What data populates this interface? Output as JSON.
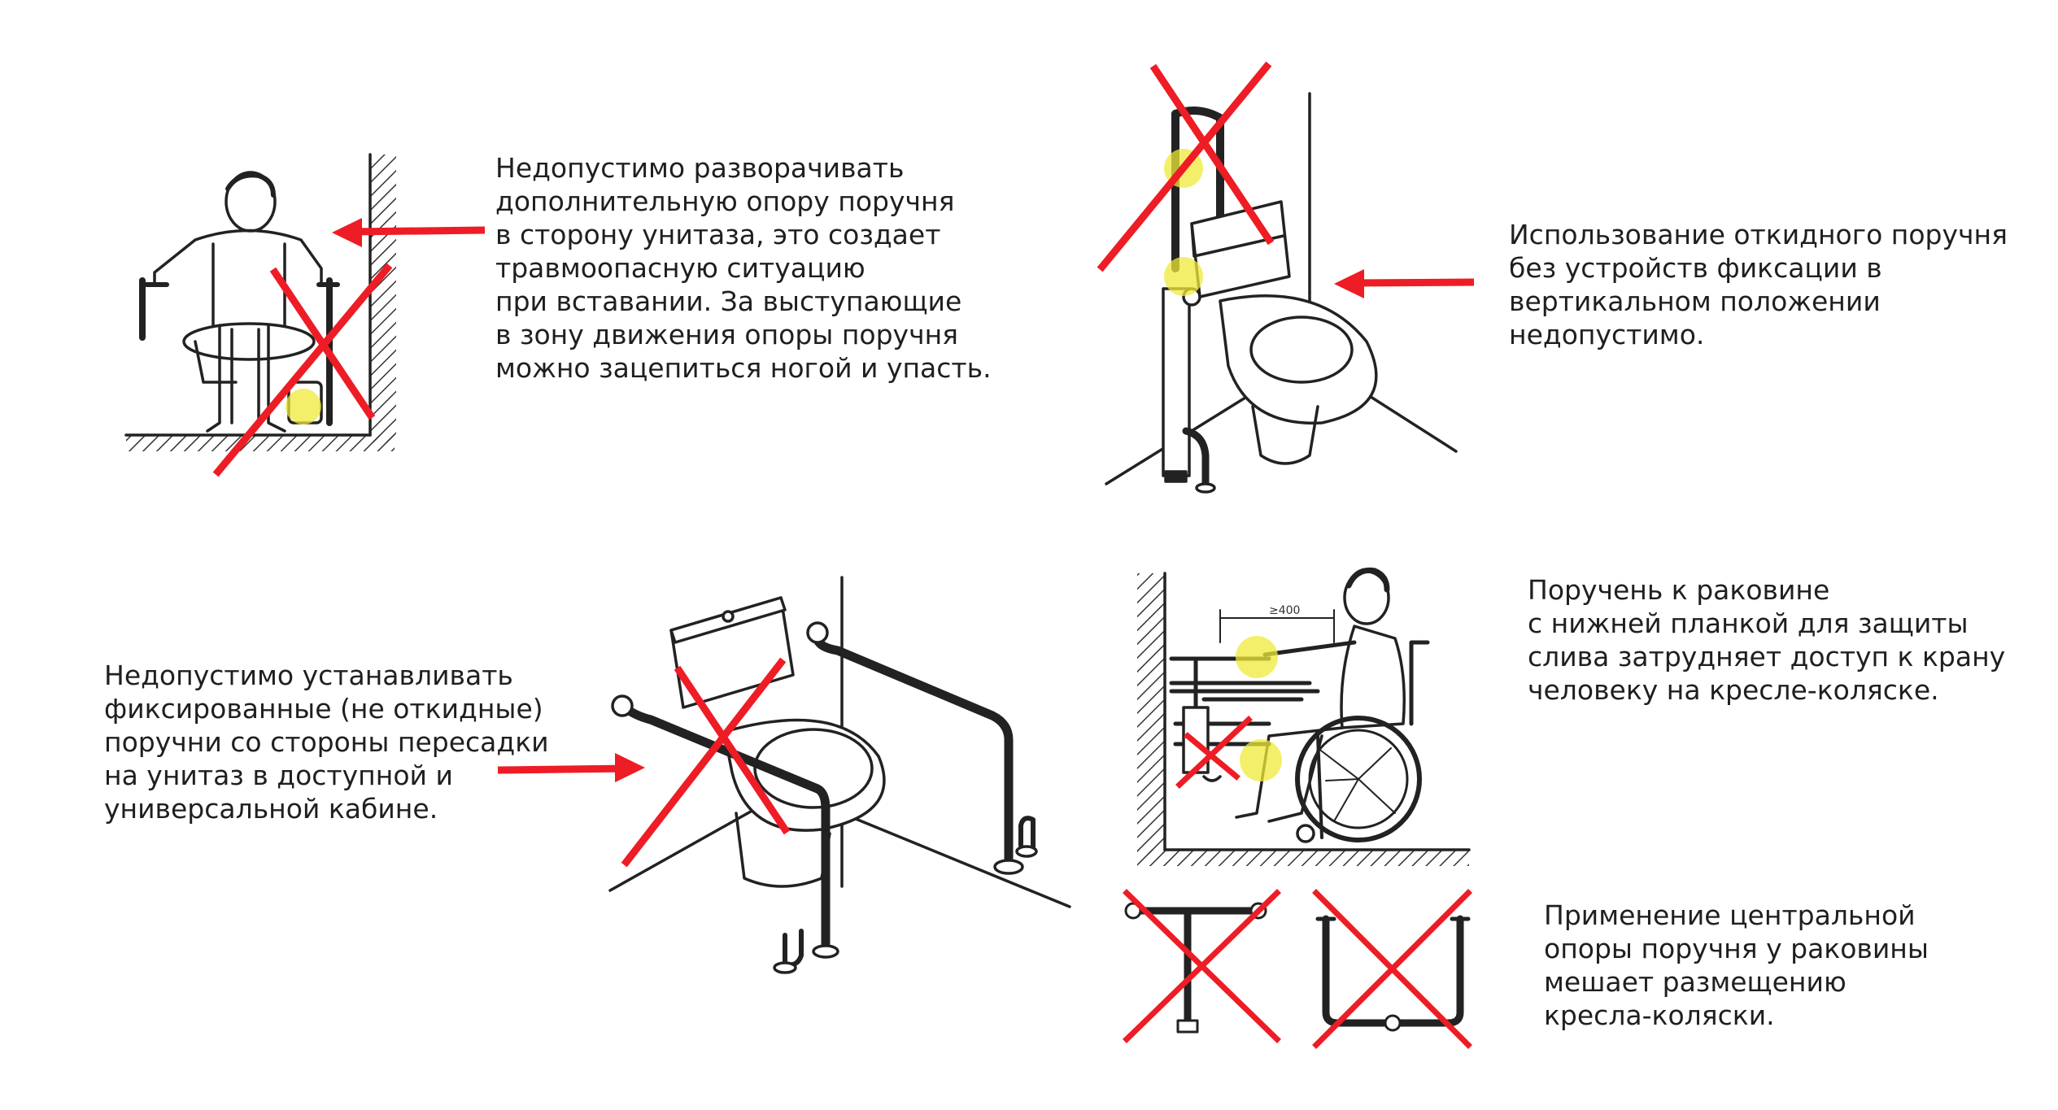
{
  "captions": {
    "top_left": [
      "Недопустимо разворачивать",
      "дополнительную опору поручня",
      "в сторону унитаза, это создает",
      "травмоопасную ситуацию",
      "при вставании. За выступающие",
      "в зону движения опоры поручня",
      "можно зацепиться ногой и упасть."
    ],
    "top_right": [
      "Использование откидного поручня",
      "без устройств фиксации в",
      "вертикальном положении",
      "недопустимо."
    ],
    "bottom_left": [
      "Недопустимо устанавливать",
      "фиксированные (не откидные)",
      "поручни со стороны пересадки",
      "на унитаз в доступной и",
      "универсальной кабине."
    ],
    "mid_right": [
      "Поручень к раковине",
      "с нижней планкой для защиты",
      "слива затрудняет доступ к крану",
      "человеку на кресле-коляске."
    ],
    "bottom_right": [
      "Применение центральной",
      "опоры поручня у раковины",
      "мешает размещению",
      "кресла-коляски."
    ]
  },
  "dimension_label": "≥400",
  "colors": {
    "cross": "#ee1c25",
    "arrow": "#ee1c25",
    "highlight": "#f0ea3a",
    "line": "#222222",
    "text": "#1f1f1f"
  },
  "icons": [
    "cross-mark-icon",
    "arrow-left-icon",
    "arrow-right-icon",
    "highlight-circle-icon"
  ]
}
